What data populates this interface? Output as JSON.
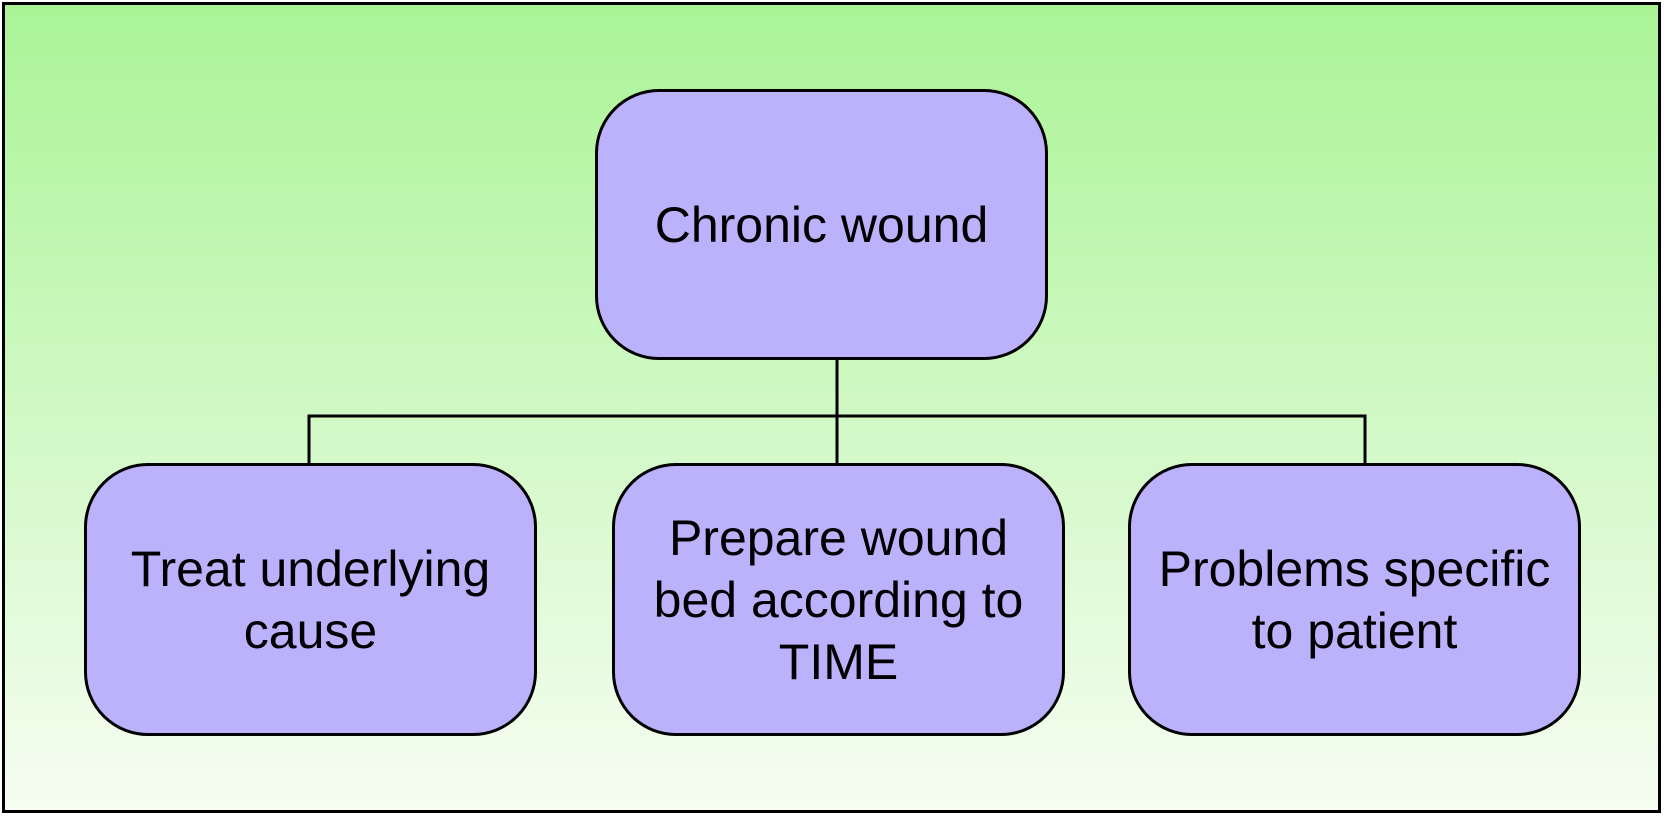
{
  "diagram": {
    "colors": {
      "background_top": "#aaf496",
      "background_bottom": "#f6fdf2",
      "node_fill": "#bcb2fb",
      "stroke": "#000000"
    },
    "root": {
      "label": "Chronic wound"
    },
    "children": [
      {
        "label": "Treat underlying cause"
      },
      {
        "label": "Prepare wound bed according to TIME"
      },
      {
        "label": "Problems specific to patient"
      }
    ]
  }
}
